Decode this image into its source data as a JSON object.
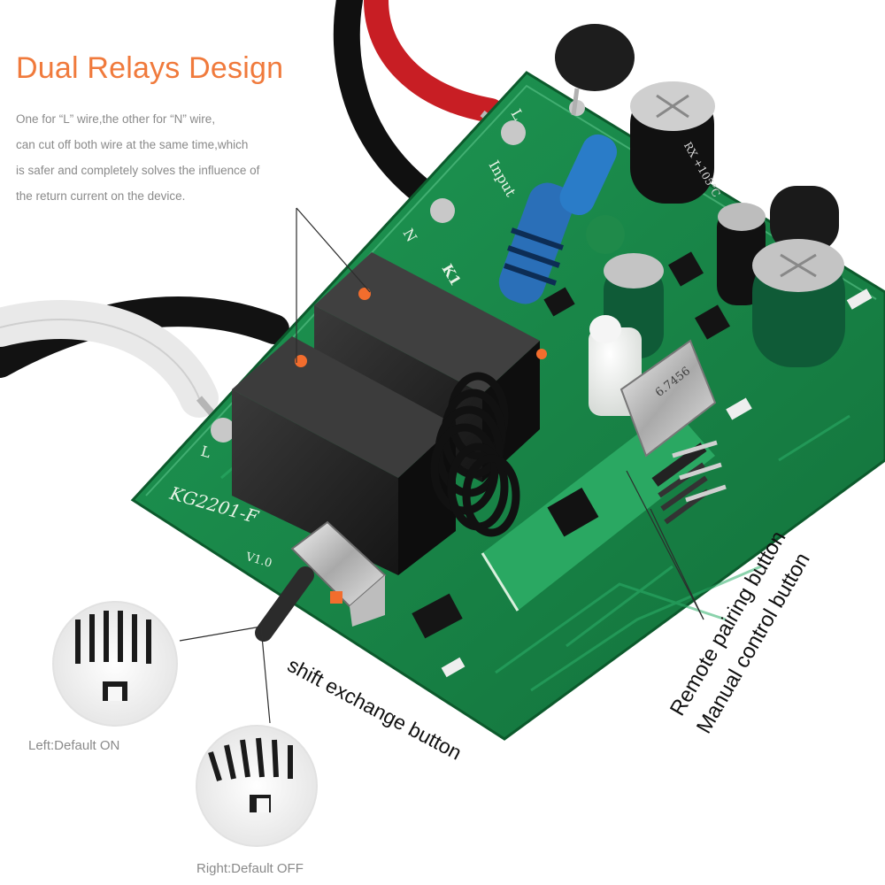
{
  "heading": "Dual Relays Design",
  "description_lines": [
    "One for “L” wire,the other for “N” wire,",
    "can cut off both wire at the same time,which",
    "is safer and completely solves the influence of",
    "the return current on the device."
  ],
  "callouts": {
    "shift": "shift exchange button",
    "pairing": "Remote pairing button",
    "manual": "Manual control button"
  },
  "captions": {
    "left": "Left:Default ON",
    "right": "Right:Default OFF"
  },
  "board_markings": {
    "model": "KG2201-F",
    "version": "V1.0",
    "input": "Input",
    "relay": "K1",
    "l_top": "L",
    "n_label": "N",
    "l_bottom": "L",
    "capacitor": "RX +105°C",
    "crystal": "6.7456"
  },
  "colors": {
    "accent": "#f07a3c",
    "pcb": "#1e8a4c",
    "relay": "#262626"
  }
}
